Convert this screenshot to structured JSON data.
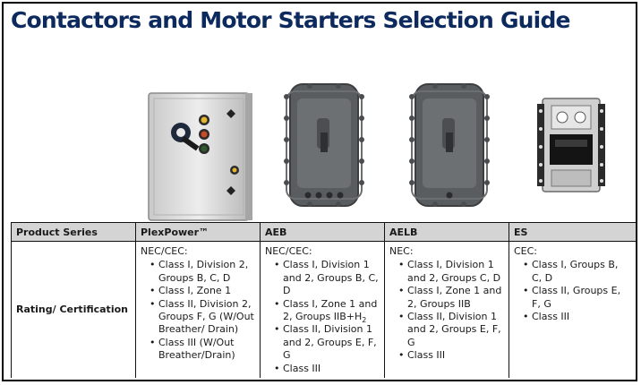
{
  "document": {
    "title": "Contactors and Motor Starters Selection Guide"
  },
  "images": [
    {
      "name": "PlexPower stainless enclosure",
      "icon": "stainless-enclosure-with-rotary-handle-and-pilot-lights"
    },
    {
      "name": "AEB enclosure",
      "icon": "cast-explosionproof-enclosure-with-lever-handle"
    },
    {
      "name": "AELB enclosure",
      "icon": "cast-explosionproof-enclosure-with-lever-handle"
    },
    {
      "name": "ES enclosure",
      "icon": "bolted-cast-enclosure-open-top-view"
    }
  ],
  "table": {
    "header_label": "Product Series",
    "row_label": "Rating/ Certification",
    "columns": [
      {
        "name": "PlexPower™",
        "intro": "NEC/CEC:",
        "items": [
          "Class I, Division 2, Groups B, C, D",
          "Class I, Zone 1",
          "Class II, Division 2, Groups F, G (W/Out Breather/ Drain)",
          "Class III (W/Out Breather/Drain)"
        ]
      },
      {
        "name": "AEB",
        "intro": "NEC/CEC:",
        "items": [
          "Class I, Division 1 and 2, Groups B, C, D",
          "Class I, Zone 1 and 2, Groups IIB+H",
          "Class II, Division 1 and 2, Groups E, F, G",
          "Class III"
        ],
        "item2_subscript": "2"
      },
      {
        "name": "AELB",
        "intro": "NEC:",
        "items": [
          "Class I, Division 1 and 2, Groups C, D",
          "Class I, Zone 1 and 2, Groups IIB",
          "Class II, Division 1 and 2, Groups E, F, G",
          "Class III"
        ]
      },
      {
        "name": "ES",
        "intro": "CEC:",
        "items": [
          "Class I, Groups B, C, D",
          "Class II, Groups E, F, G",
          "Class III"
        ]
      }
    ]
  },
  "colors": {
    "title": "#0d2a5e",
    "header_bg": "#d4d4d4",
    "border": "#111111"
  }
}
